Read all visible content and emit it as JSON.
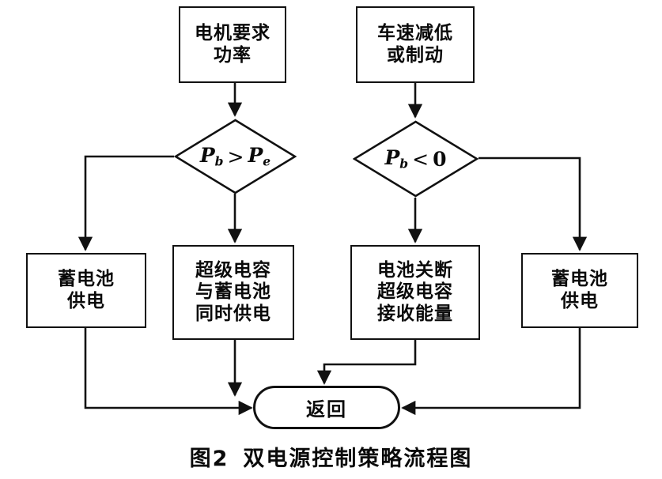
{
  "figure": {
    "caption_number": "图2",
    "caption_text": "双电源控制策略流程图"
  },
  "nodes": {
    "start_left": {
      "type": "process",
      "lines": [
        "电机要求",
        "功率"
      ],
      "line1": "电机要求",
      "line2": "功率"
    },
    "start_right": {
      "type": "process",
      "lines": [
        "车速减低",
        "或制动"
      ],
      "line1": "车速减低",
      "line2": "或制动"
    },
    "decision_left": {
      "type": "decision",
      "expression": "Pb > Pe",
      "lhs_symbol": "P",
      "lhs_sub": "b",
      "operator": ">",
      "rhs_symbol": "P",
      "rhs_sub": "e"
    },
    "decision_right": {
      "type": "decision",
      "expression": "Pb < 0",
      "lhs_symbol": "P",
      "lhs_sub": "b",
      "operator": "<",
      "rhs_value": "0"
    },
    "action_1": {
      "type": "process",
      "lines": [
        "蓄电池",
        "供电"
      ],
      "line1": "蓄电池",
      "line2": "供电"
    },
    "action_2": {
      "type": "process",
      "lines": [
        "超级电容",
        "与蓄电池",
        "同时供电"
      ],
      "line1": "超级电容",
      "line2": "与蓄电池",
      "line3": "同时供电"
    },
    "action_3": {
      "type": "process",
      "lines": [
        "电池关断",
        "超级电容",
        "接收能量"
      ],
      "line1": "电池关断",
      "line2": "超级电容",
      "line3": "接收能量"
    },
    "action_4": {
      "type": "process",
      "lines": [
        "蓄电池",
        "供电"
      ],
      "line1": "蓄电池",
      "line2": "供电"
    },
    "terminal_return": {
      "type": "terminal",
      "label": "返回"
    }
  },
  "style": {
    "line_color": "#111111",
    "background": "#ffffff",
    "text_color": "#0a0a0a"
  }
}
